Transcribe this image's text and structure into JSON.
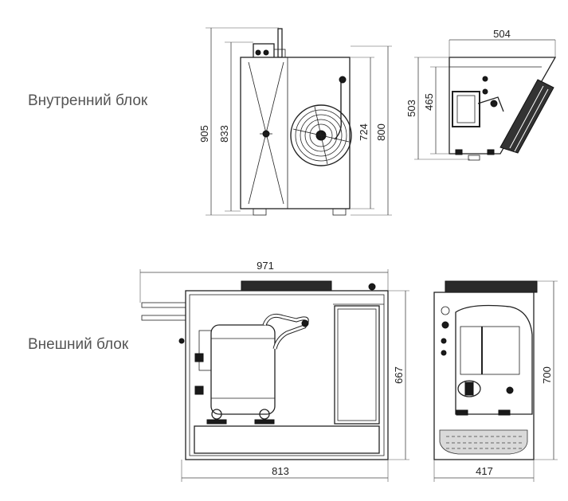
{
  "labels": {
    "indoor_unit": "Внутренний блок",
    "outdoor_unit": "Внешний блок"
  },
  "dimensions": {
    "indoor_front_905": "905",
    "indoor_front_833": "833",
    "indoor_front_724": "724",
    "indoor_front_800": "800",
    "indoor_side_504": "504",
    "indoor_side_503": "503",
    "indoor_side_465": "465",
    "outdoor_front_971": "971",
    "outdoor_front_667": "667",
    "outdoor_front_813": "813",
    "outdoor_side_700": "700",
    "outdoor_side_417": "417"
  }
}
